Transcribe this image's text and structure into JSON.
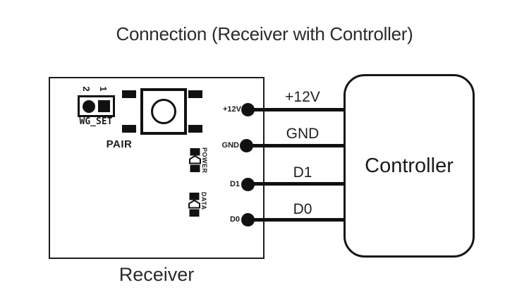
{
  "title": "Connection (Receiver with Controller)",
  "receiver": {
    "caption": "Receiver",
    "jumper": {
      "label": "WG_SET",
      "pins": [
        "2",
        "1"
      ]
    },
    "pair_button": {
      "label": "PAIR"
    },
    "leds": [
      {
        "label": "POWER"
      },
      {
        "label": "DATA"
      }
    ],
    "pins": [
      {
        "name": "+12V"
      },
      {
        "name": "GND"
      },
      {
        "name": "D1"
      },
      {
        "name": "D0"
      }
    ]
  },
  "controller": {
    "label": "Controller"
  },
  "wires": [
    {
      "label": "+12V"
    },
    {
      "label": "GND"
    },
    {
      "label": "D1"
    },
    {
      "label": "D0"
    }
  ],
  "colors": {
    "ink": "#111111",
    "text": "#2b2b2b"
  }
}
